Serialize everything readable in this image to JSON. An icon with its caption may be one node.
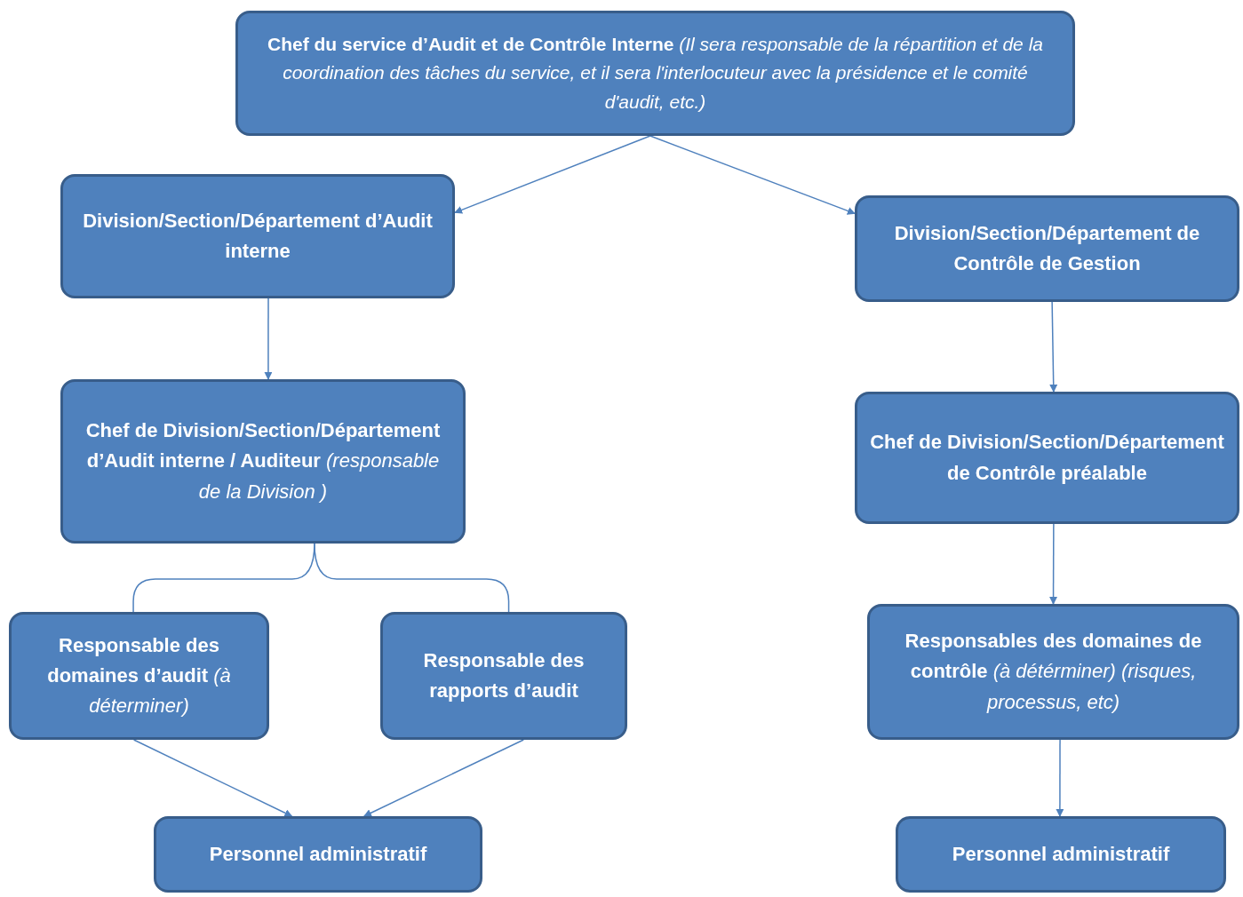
{
  "diagram": {
    "nodes": [
      {
        "text": [
          "Chef du service d’Audit et de Contrôle Interne *(Il sera responsable de la répartition et de la coordination des tâches du service, et il sera l'interlocuteur avec la présidence et le comité d'audit, etc.)*"
        ]
      },
      {
        "text": [
          "Division/Section/Département d’Audit interne"
        ]
      },
      {
        "text": [
          "Division/Section/Département de Contrôle de Gestion"
        ]
      },
      {
        "text": [
          "Chef de Division/Section/Département d’Audit interne / Auditeur *(responsable de la Division )*"
        ]
      },
      {
        "text": [
          "Chef de Division/Section/Département de Contrôle préalable"
        ]
      },
      {
        "text": [
          "Responsable des domaines d’audit *(à déterminer)*"
        ]
      },
      {
        "text": [
          "Responsable des rapports d’audit"
        ]
      },
      {
        "text": [
          "Responsables des domaines de contrôle *(à détérminer) (risques, processus, etc)*"
        ]
      },
      {
        "text": [
          "Personnel administratif"
        ]
      },
      {
        "text": [
          "Personnel administratif"
        ]
      }
    ],
    "edges": [
      {
        "from": 0,
        "to": 1,
        "arrow": "to"
      },
      {
        "from": 0,
        "to": 2,
        "arrow": "to"
      },
      {
        "from": 1,
        "to": 3,
        "arrow": "to"
      },
      {
        "from": 2,
        "to": 4,
        "arrow": "to"
      },
      {
        "from": 4,
        "to": 7,
        "arrow": "to"
      },
      {
        "from": 7,
        "to": 9,
        "arrow": "to"
      },
      {
        "from": 3,
        "to": 5,
        "arrow": "none"
      },
      {
        "from": 3,
        "to": 6,
        "arrow": "none"
      },
      {
        "from": 5,
        "to": 8,
        "arrow": "to"
      },
      {
        "from": 6,
        "to": 8,
        "arrow": "to"
      }
    ]
  }
}
